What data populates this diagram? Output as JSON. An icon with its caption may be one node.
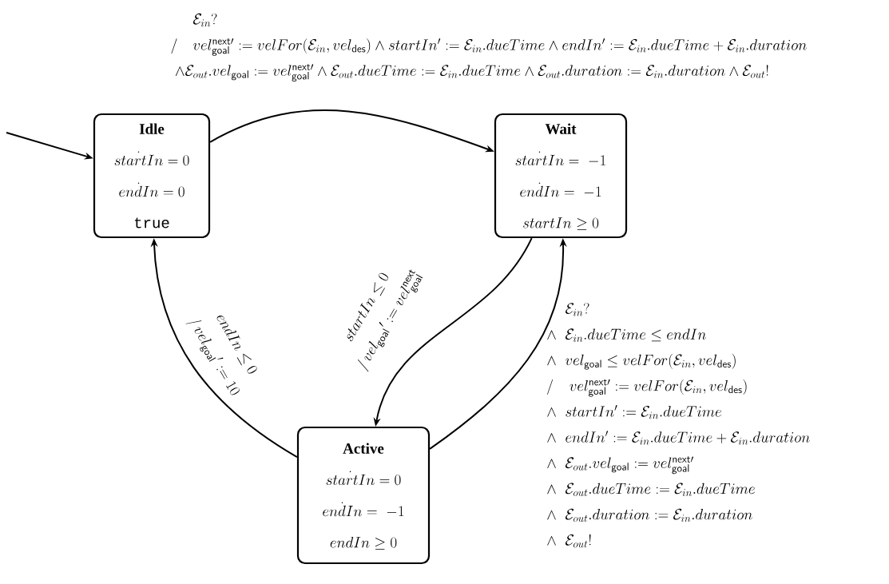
{
  "diagram": {
    "nodes": [
      {
        "text": [
          "Idle",
          "\\dot{startIn} = 0",
          "\\dot{endIn} = 0",
          "true"
        ]
      },
      {
        "text": [
          "Wait",
          "\\dot{startIn} = \\;-1",
          "\\dot{endIn} = \\;-1",
          "startIn \\geq 0"
        ]
      },
      {
        "text": [
          "Active",
          "\\dot{startIn} = 0",
          "\\dot{endIn} = \\;-1",
          "endIn \\geq 0"
        ]
      }
    ],
    "edges": [
      {
        "from": null,
        "to": 0,
        "arrow": "to"
      },
      {
        "from": 0,
        "to": 1,
        "arrow": "to",
        "label": "\\begin{array}{@{}l@{\\quad}l@{}} & \\mathcal{E}_{in}? \\\\ / & vel^{\\mathsf{next}\\prime}_{\\mathsf{goal}} := velFor(\\mathcal{E}_{in}, vel_{\\mathsf{des}}) \\wedge startIn' := \\mathcal{E}_{in}.dueTime \\wedge endIn' := \\mathcal{E}_{in}.dueTime + \\mathcal{E}_{in}.duration \\\\ \\multicolumn{2}{@{}l}{\\;\\wedge \\mathcal{E}_{out}.vel_{\\mathsf{goal}} := vel^{\\mathsf{next}\\prime}_{\\mathsf{goal}} \\wedge \\mathcal{E}_{out}.dueTime := \\mathcal{E}_{in}.dueTime \\wedge \\mathcal{E}_{out}.duration := \\mathcal{E}_{in}.duration \\wedge \\mathcal{E}_{out}!} \\end{array}"
      },
      {
        "from": 1,
        "to": 2,
        "arrow": "to",
        "label": "\\begin{array}{c} startIn \\leq 0 \\\\ /\\, vel_{\\mathsf{goal}}{}' := vel^{\\mathsf{next}}_{\\mathsf{goal}} \\end{array}"
      },
      {
        "from": 2,
        "to": 1,
        "arrow": "to",
        "label": "\\begin{array}{@{}l@{\\;\\;}l@{}} & \\mathcal{E}_{in}? \\\\ \\wedge & \\mathcal{E}_{in}.dueTime \\leq endIn \\\\ \\wedge & vel_{\\mathsf{goal}} \\leq velFor(\\mathcal{E}_{in}, vel_{\\mathsf{des}}) \\\\ / & \\; vel^{\\mathsf{next}\\prime}_{\\mathsf{goal}} := velFor(\\mathcal{E}_{in}, vel_{\\mathsf{des}}) \\\\ \\wedge & startIn' := \\mathcal{E}_{in}.dueTime \\\\ \\wedge & endIn' := \\mathcal{E}_{in}.dueTime + \\mathcal{E}_{in}.duration \\\\ \\wedge & \\mathcal{E}_{out}.vel_{\\mathsf{goal}} := vel^{\\mathsf{next}\\prime}_{\\mathsf{goal}} \\\\ \\wedge & \\mathcal{E}_{out}.dueTime := \\mathcal{E}_{in}.dueTime \\\\ \\wedge & \\mathcal{E}_{out}.duration := \\mathcal{E}_{in}.duration \\\\ \\wedge & \\mathcal{E}_{out}! \\end{array}"
      },
      {
        "from": 2,
        "to": 0,
        "arrow": "to",
        "label": "\\begin{array}{c} endIn \\leq 0 \\\\ /\\, vel_{\\mathsf{goal}}{}' := 10 \\end{array}"
      }
    ]
  }
}
